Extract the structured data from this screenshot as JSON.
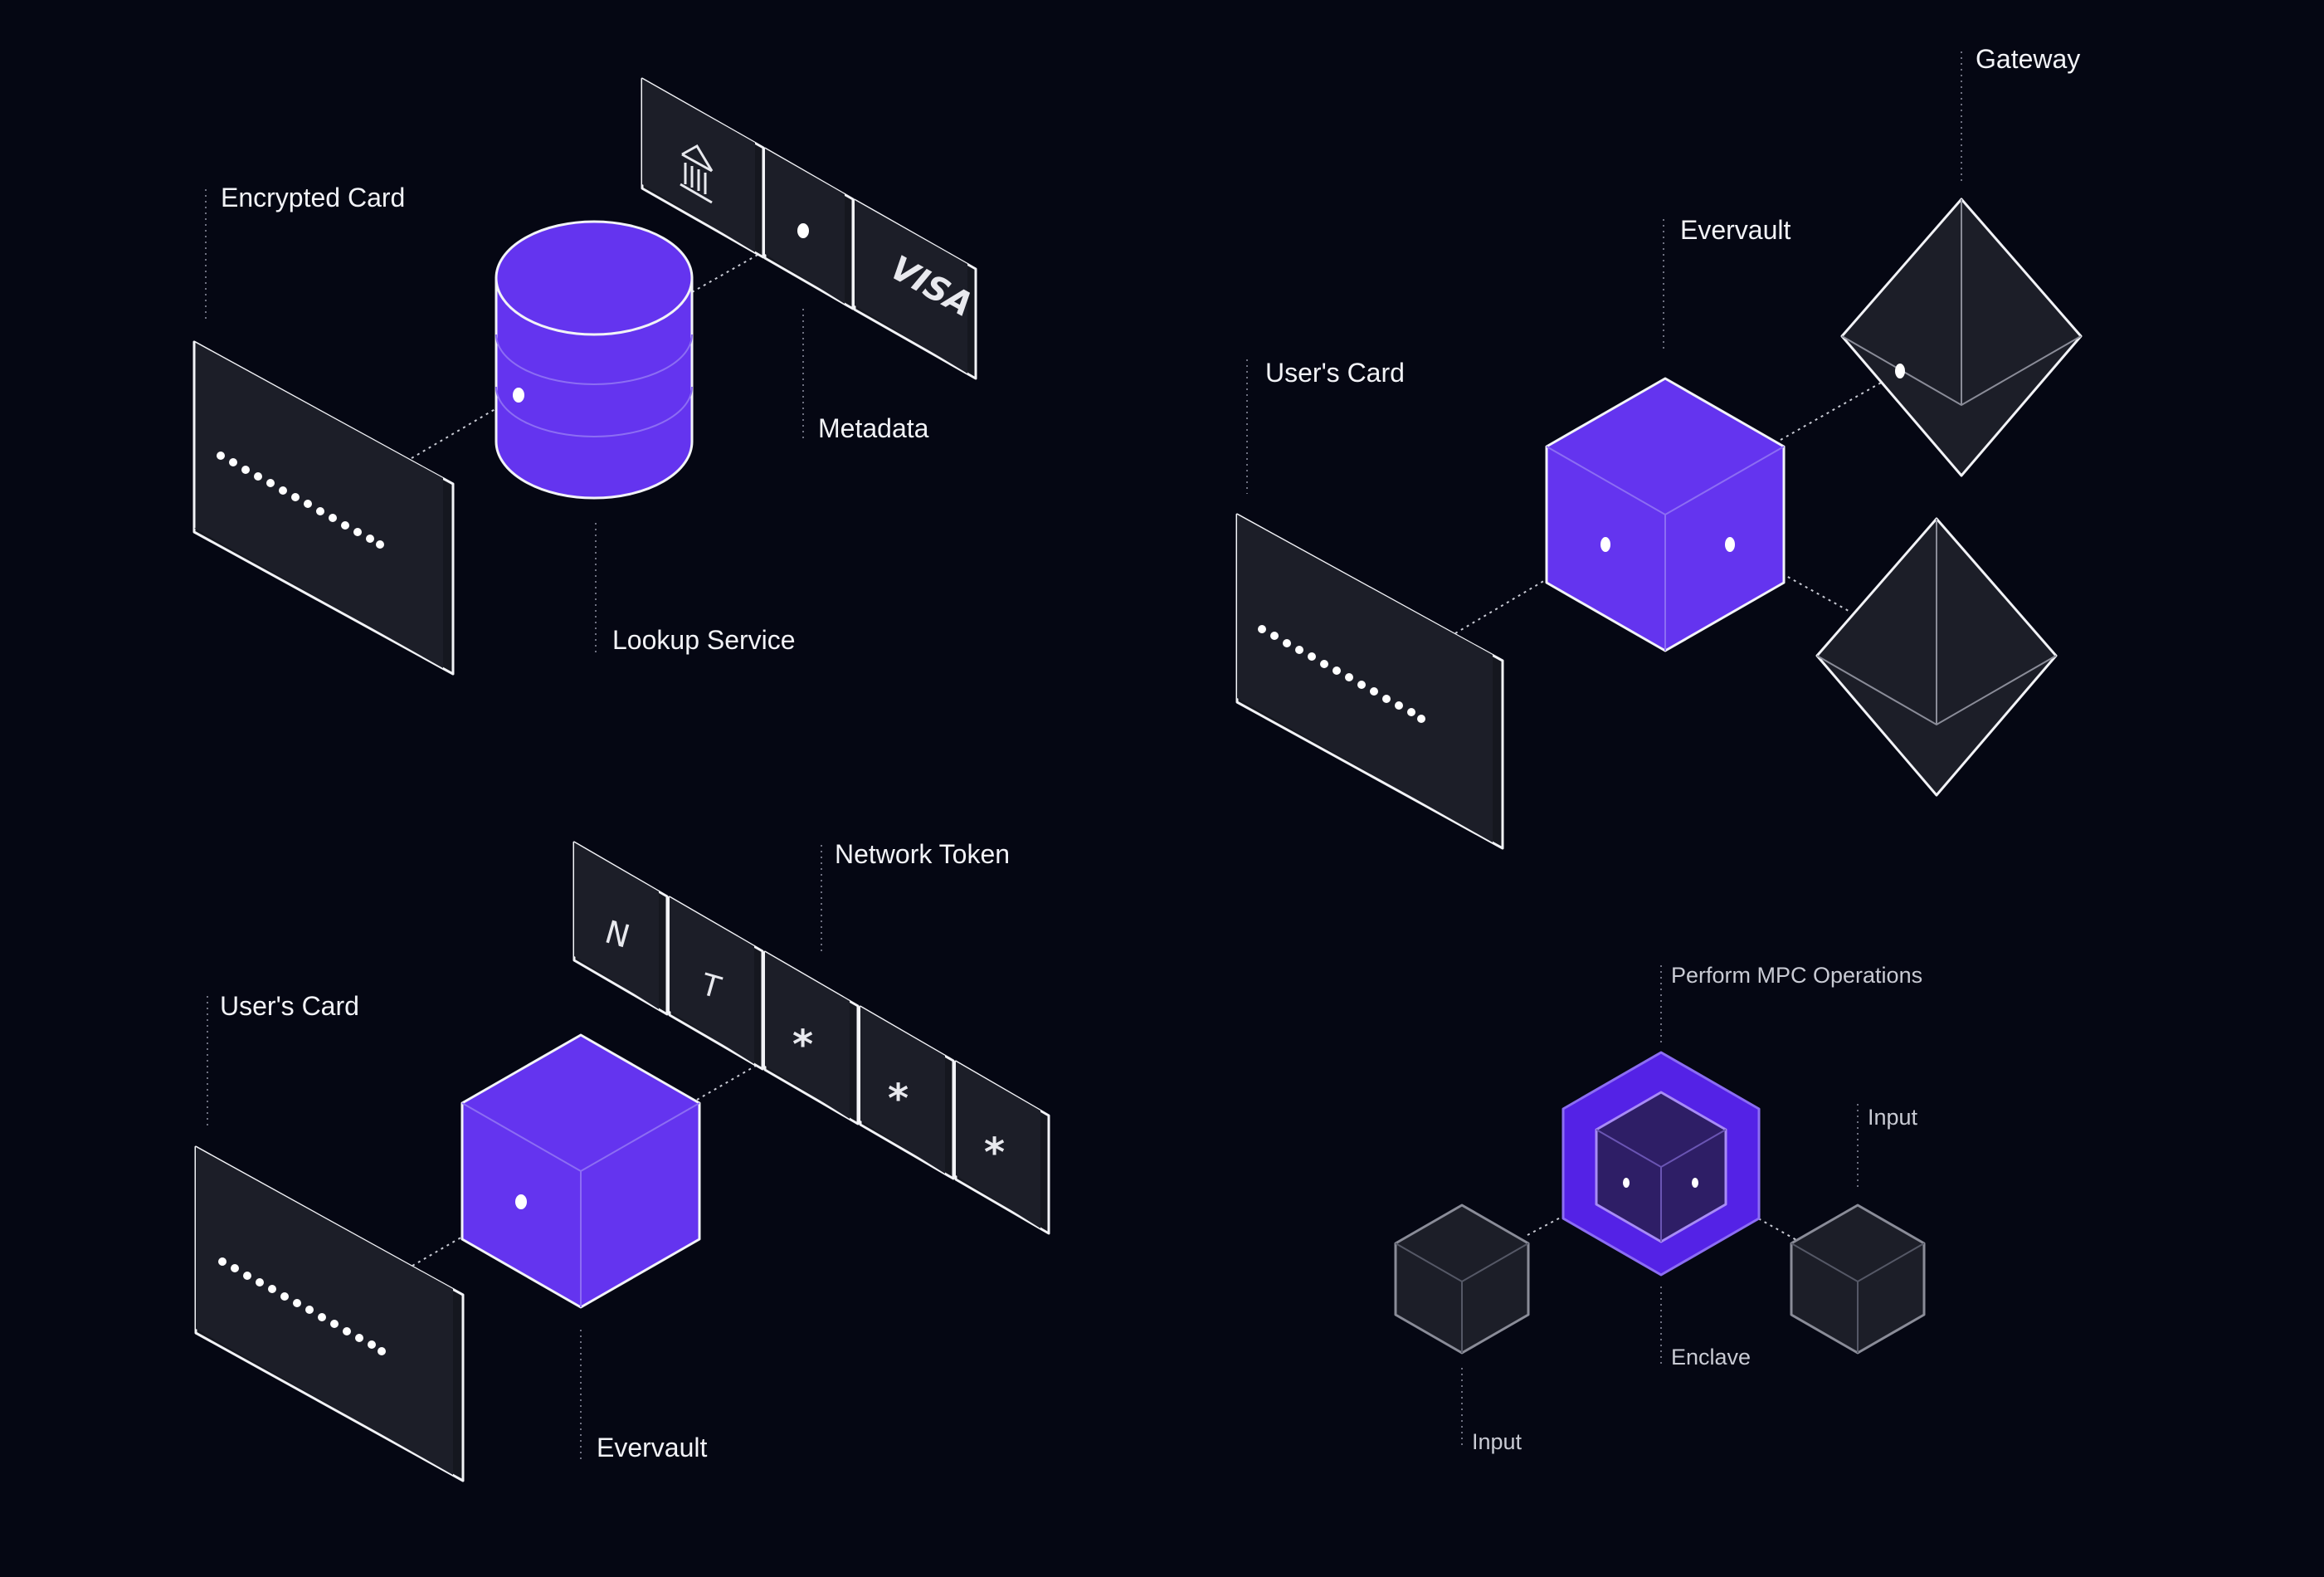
{
  "colors": {
    "background": "#050713",
    "panel": "#1C1E28",
    "panel_side": "#15171F",
    "stroke": "#F2F3F7",
    "accent": "#6434EF",
    "accent_dark": "#5422E6",
    "enclave": "#2E1E66"
  },
  "diagrams": {
    "encrypted_card": {
      "label_card": "Encrypted Card",
      "label_lookup": "Lookup Service",
      "label_metadata": "Metadata",
      "tile_icons": [
        "bank-icon",
        "dot-icon",
        "visa-logo"
      ],
      "visa_text": "VISA"
    },
    "gateway": {
      "label_card": "User's Card",
      "label_evervault": "Evervault",
      "label_gateway": "Gateway"
    },
    "network_token": {
      "label_card": "User's Card",
      "label_evervault": "Evervault",
      "label_token": "Network Token",
      "tiles": [
        "N",
        "T",
        "*",
        "*",
        "*"
      ]
    },
    "mpc": {
      "label_operations": "Perform MPC Operations",
      "label_enclave": "Enclave",
      "label_input_left": "Input",
      "label_input_right": "Input"
    }
  }
}
